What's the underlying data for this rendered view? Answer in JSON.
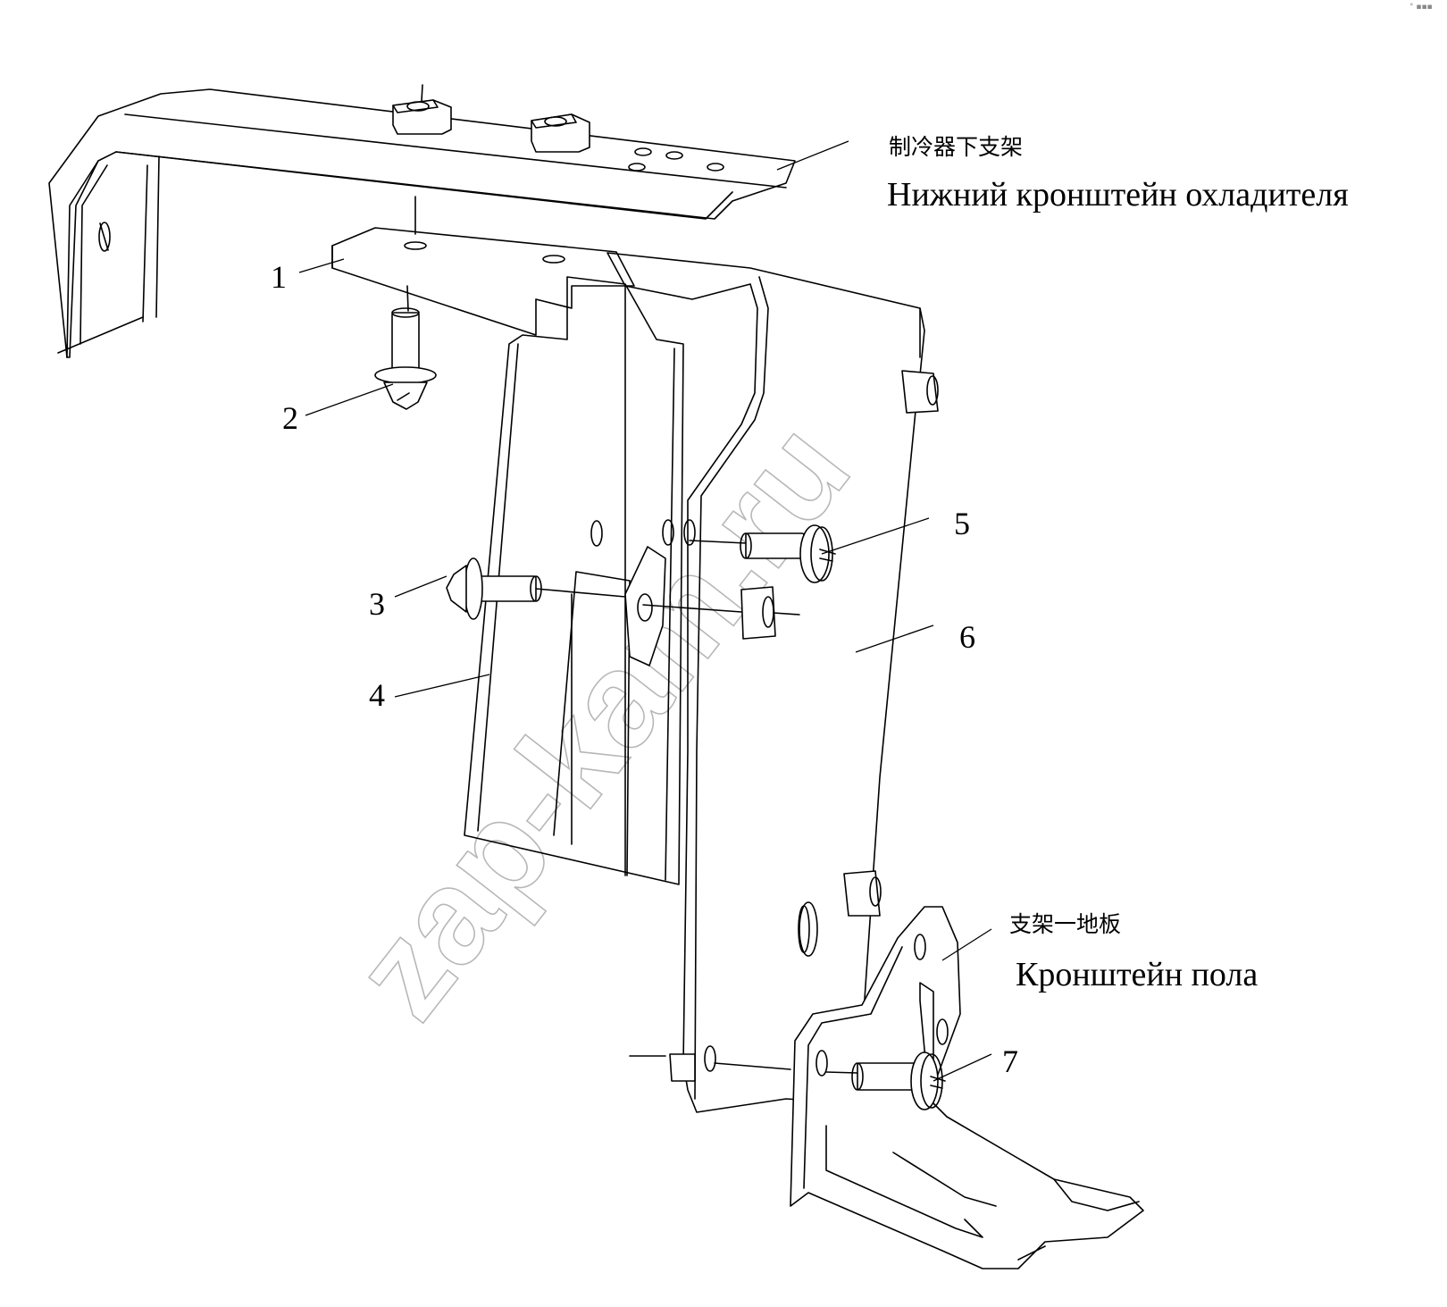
{
  "labels": {
    "upper_bracket_cn": "制冷器下支架",
    "upper_bracket_ru": "Нижний кронштейн охладителя",
    "floor_bracket_cn": "支架一地板",
    "floor_bracket_ru": "Кронштейн пола"
  },
  "callouts": [
    "1",
    "2",
    "3",
    "4",
    "5",
    "6",
    "7"
  ],
  "watermark": "zap-kam.ru",
  "corner_mark": "° ▪▪▪"
}
